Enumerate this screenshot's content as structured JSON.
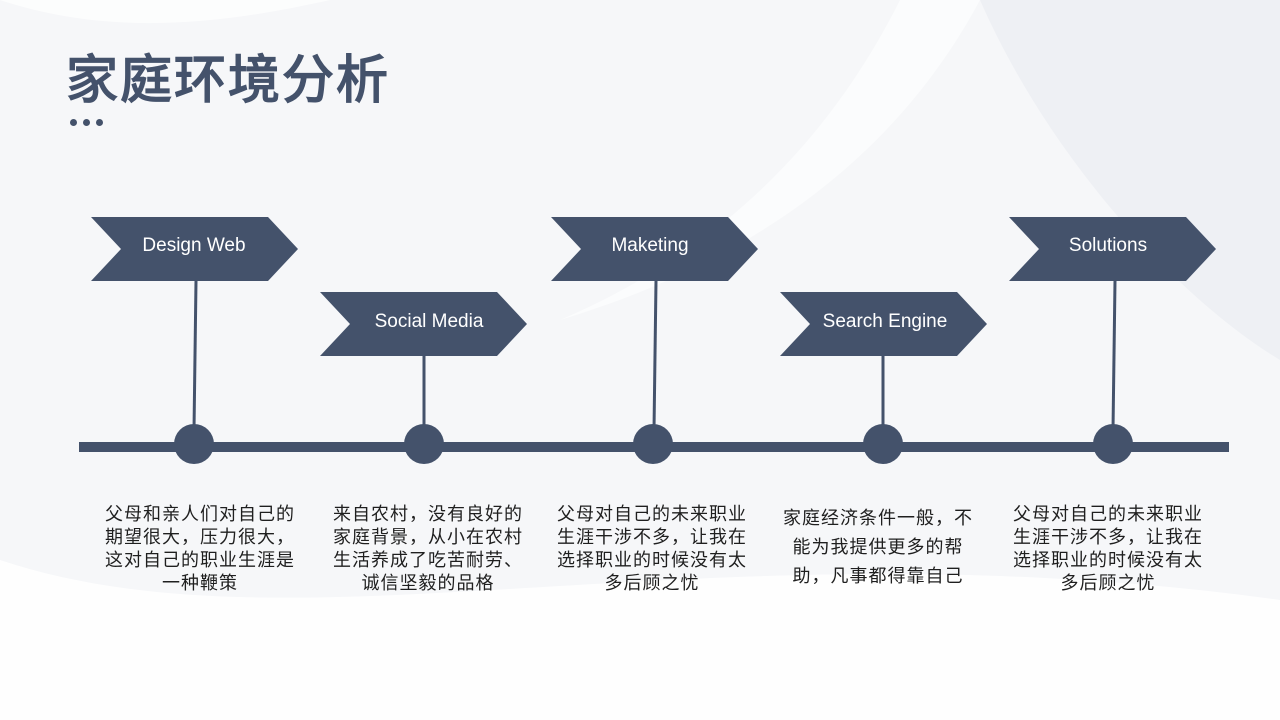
{
  "page": {
    "title": "家庭环境分析"
  },
  "colors": {
    "primary": "#44526b",
    "text": "#1f1f1f",
    "background": "#f6f7f9"
  },
  "timeline": {
    "items": [
      {
        "label": "Design Web",
        "description": "父母和亲人们对自己的期望很大，压力很大，这对自己的职业生涯是一种鞭策"
      },
      {
        "label": "Social Media",
        "description": "来自农村，没有良好的家庭背景，从小在农村生活养成了吃苦耐劳、诚信坚毅的品格"
      },
      {
        "label": "Maketing",
        "description": "父母对自己的未来职业生涯干涉不多，让我在选择职业的时候没有太多后顾之忧"
      },
      {
        "label": "Search Engine",
        "description": "家庭经济条件一般，不能为我提供更多的帮助，凡事都得靠自己"
      },
      {
        "label": "Solutions",
        "description": "父母对自己的未来职业生涯干涉不多，让我在选择职业的时候没有太多后顾之忧"
      }
    ]
  }
}
